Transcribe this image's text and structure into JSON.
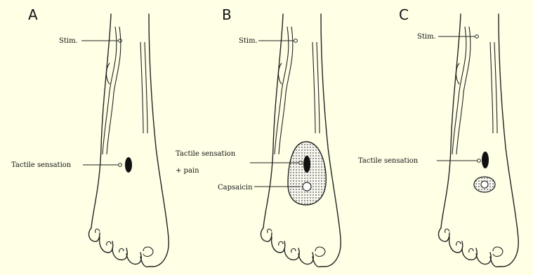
{
  "panels": [
    {
      "letter": "A",
      "labels": {
        "stim": "Stim.",
        "tactile": "Tactile sensation"
      }
    },
    {
      "letter": "B",
      "labels": {
        "stim": "Stim.",
        "tactile_line1": "Tactile sensation",
        "tactile_line2": "+ pain",
        "capsaicin": "Capsaicin"
      }
    },
    {
      "letter": "C",
      "labels": {
        "stim": "Stim.",
        "tactile": "Tactile sensation"
      }
    }
  ],
  "colors": {
    "background": "#ffffe6",
    "ink": "#222222",
    "dotted_area": "#d9d9d9"
  }
}
